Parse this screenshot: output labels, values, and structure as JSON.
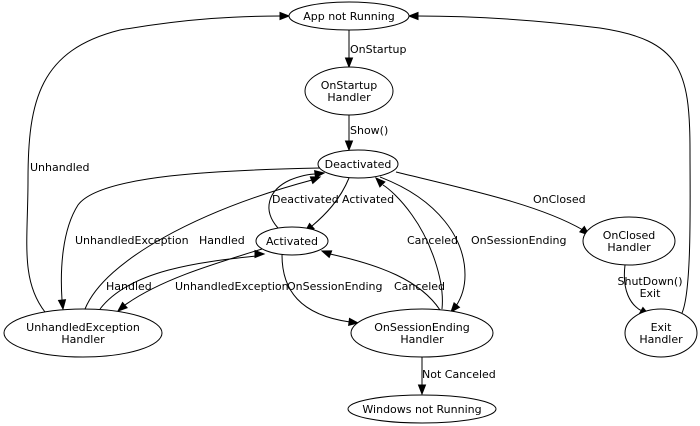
{
  "diagram": {
    "nodes": {
      "app_not_running": [
        "App not Running"
      ],
      "onstartup_handler": [
        "OnStartup",
        "Handler"
      ],
      "deactivated": [
        "Deactivated"
      ],
      "activated": [
        "Activated"
      ],
      "unhandled_exception_handler": [
        "UnhandledException",
        "Handler"
      ],
      "onsessionending_handler": [
        "OnSessionEnding",
        "Handler"
      ],
      "windows_not_running": [
        "Windows not Running"
      ],
      "onclosed_handler": [
        "OnClosed",
        "Handler"
      ],
      "exit_handler": [
        "Exit",
        "Handler"
      ]
    },
    "edge_labels": {
      "onstartup": [
        "OnStartup"
      ],
      "show": [
        "Show()"
      ],
      "unhandled": [
        "Unhandled"
      ],
      "deactivated": [
        "Deactivated"
      ],
      "activated": [
        "Activated"
      ],
      "onclosed": [
        "OnClosed"
      ],
      "unhandled_exception_outer": [
        "UnhandledException"
      ],
      "handled_upper": [
        "Handled"
      ],
      "canceled_outer": [
        "Canceled"
      ],
      "onsessionending_outer": [
        "OnSessionEnding"
      ],
      "handled_lower": [
        "Handled"
      ],
      "unhandled_exception_inner": [
        "UnhandledException"
      ],
      "onsessionending_inner": [
        "OnSessionEnding"
      ],
      "canceled_inner": [
        "Canceled"
      ],
      "shutdown_exit": [
        "ShutDown()",
        "Exit"
      ],
      "not_canceled": [
        "Not Canceled"
      ]
    }
  }
}
